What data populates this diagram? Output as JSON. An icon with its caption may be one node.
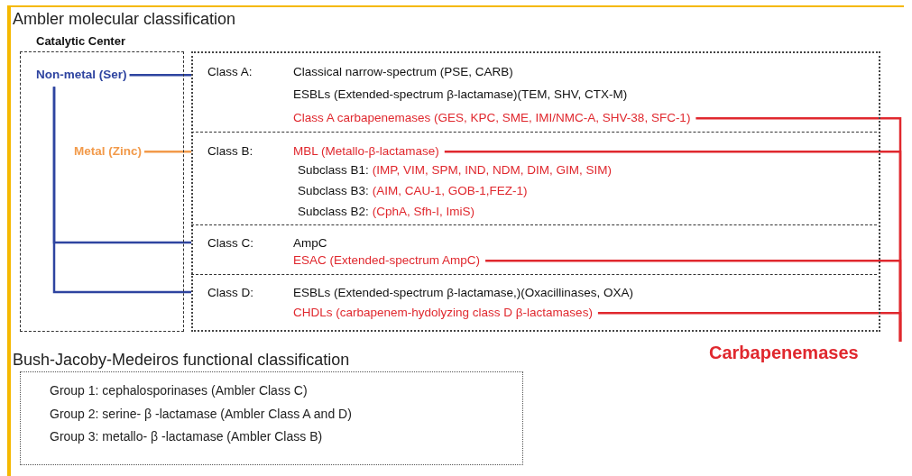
{
  "diagram": {
    "title": "Ambler molecular classification",
    "nodes": [
      {
        "text": [
          "Catalytic Center"
        ]
      },
      {
        "text": [
          "Non-metal (Ser)"
        ],
        "in": 0
      },
      {
        "text": [
          "Metal (Zinc)"
        ],
        "in": 0
      },
      {
        "text": [],
        "shape": "box"
      },
      {
        "text": [
          "Class A:",
          "Classical narrow-spectrum (PSE, CARB)",
          "ESBLs (Extended-spectrum β-lactamase)(TEM, SHV, CTX-M)"
        ],
        "in": 3
      },
      {
        "text": [
          "Class A carbapenemases (GES, KPC, SME, IMI/NMC-A, SHV-38, SFC-1)"
        ],
        "in": 4
      },
      {
        "text": [
          "Class B:",
          "Subclass B1:",
          "(IMP, VIM, SPM, IND, NDM, DIM, GIM, SIM)",
          "Subclass B3:",
          "(AIM, CAU-1, GOB-1,FEZ-1)",
          "Subclass B2:",
          "(CphA, Sfh-I, ImiS)"
        ],
        "in": 3
      },
      {
        "text": [
          "MBL (Metallo-β-lactamase)"
        ],
        "in": 6
      },
      {
        "text": [
          "Class C:",
          "AmpC"
        ],
        "in": 3
      },
      {
        "text": [
          "ESAC (Extended-spectrum AmpC)"
        ],
        "in": 8
      },
      {
        "text": [
          "Class D:",
          "ESBLs (Extended-spectrum β-lactamase,)(Oxacillinases, OXA)"
        ],
        "in": 3
      },
      {
        "text": [
          "CHDLs (carbapenem-hydolyzing class D β-lactamases)"
        ],
        "in": 10
      },
      {
        "text": [
          "Carbapenemases"
        ]
      },
      {
        "text": [
          "Bush-Jacoby-Medeiros functional classification",
          "Group 1: cephalosporinases  (Ambler Class C)",
          "Group 2: serine- β -lactamase (Ambler Class A and D)",
          "Group 3: metallo- β -lactamase (Ambler Class B)"
        ]
      }
    ],
    "edges": [
      {
        "from": 1,
        "to": 4,
        "arrow": "none",
        "color": "#2e44a0"
      },
      {
        "from": 2,
        "to": 6,
        "arrow": "none",
        "color": "#f29a4a"
      },
      {
        "from": 1,
        "to": 8,
        "arrow": "none",
        "color": "#2e44a0"
      },
      {
        "from": 1,
        "to": 10,
        "arrow": "none",
        "color": "#2e44a0"
      },
      {
        "from": 5,
        "to": 12,
        "arrow": "none",
        "color": "#e0282e"
      },
      {
        "from": 7,
        "to": 12,
        "arrow": "none",
        "color": "#e0282e"
      },
      {
        "from": 9,
        "to": 12,
        "arrow": "none",
        "color": "#e0282e"
      },
      {
        "from": 11,
        "to": 12,
        "arrow": "none",
        "color": "#e0282e"
      }
    ]
  }
}
